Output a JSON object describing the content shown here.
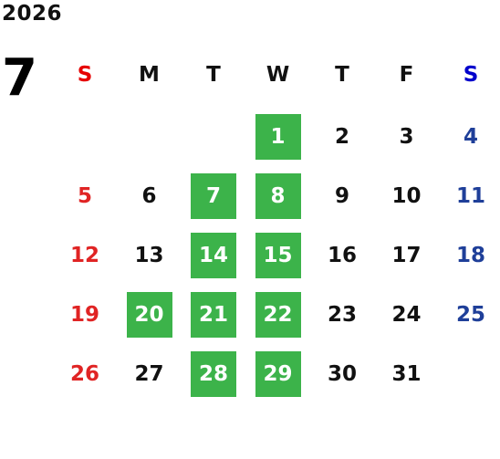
{
  "calendar": {
    "year": "2026",
    "month": "7",
    "colors": {
      "sunday": "#e02424",
      "saturday": "#1f3f99",
      "weekday": "#111111",
      "highlight_bg": "#3cb34a",
      "highlight_text": "#ffffff"
    },
    "weekdays": [
      {
        "label": "S",
        "kind": "sunday",
        "color": "#e60000"
      },
      {
        "label": "M",
        "kind": "weekday",
        "color": "#111111"
      },
      {
        "label": "T",
        "kind": "weekday",
        "color": "#111111"
      },
      {
        "label": "W",
        "kind": "weekday",
        "color": "#111111"
      },
      {
        "label": "T",
        "kind": "weekday",
        "color": "#111111"
      },
      {
        "label": "F",
        "kind": "weekday",
        "color": "#111111"
      },
      {
        "label": "S",
        "kind": "saturday",
        "color": "#0000cc"
      }
    ],
    "weeks": [
      [
        {
          "label": "",
          "kind": "sunday",
          "highlight": false
        },
        {
          "label": "",
          "kind": "weekday",
          "highlight": false
        },
        {
          "label": "",
          "kind": "weekday",
          "highlight": false
        },
        {
          "label": "1",
          "kind": "weekday",
          "highlight": true
        },
        {
          "label": "2",
          "kind": "weekday",
          "highlight": false
        },
        {
          "label": "3",
          "kind": "weekday",
          "highlight": false
        },
        {
          "label": "4",
          "kind": "saturday",
          "highlight": false
        }
      ],
      [
        {
          "label": "5",
          "kind": "sunday",
          "highlight": false
        },
        {
          "label": "6",
          "kind": "weekday",
          "highlight": false
        },
        {
          "label": "7",
          "kind": "weekday",
          "highlight": true
        },
        {
          "label": "8",
          "kind": "weekday",
          "highlight": true
        },
        {
          "label": "9",
          "kind": "weekday",
          "highlight": false
        },
        {
          "label": "10",
          "kind": "weekday",
          "highlight": false
        },
        {
          "label": "11",
          "kind": "saturday",
          "highlight": false
        }
      ],
      [
        {
          "label": "12",
          "kind": "sunday",
          "highlight": false
        },
        {
          "label": "13",
          "kind": "weekday",
          "highlight": false
        },
        {
          "label": "14",
          "kind": "weekday",
          "highlight": true
        },
        {
          "label": "15",
          "kind": "weekday",
          "highlight": true
        },
        {
          "label": "16",
          "kind": "weekday",
          "highlight": false
        },
        {
          "label": "17",
          "kind": "weekday",
          "highlight": false
        },
        {
          "label": "18",
          "kind": "saturday",
          "highlight": false
        }
      ],
      [
        {
          "label": "19",
          "kind": "sunday",
          "highlight": false
        },
        {
          "label": "20",
          "kind": "weekday",
          "highlight": true
        },
        {
          "label": "21",
          "kind": "weekday",
          "highlight": true
        },
        {
          "label": "22",
          "kind": "weekday",
          "highlight": true
        },
        {
          "label": "23",
          "kind": "weekday",
          "highlight": false
        },
        {
          "label": "24",
          "kind": "weekday",
          "highlight": false
        },
        {
          "label": "25",
          "kind": "saturday",
          "highlight": false
        }
      ],
      [
        {
          "label": "26",
          "kind": "sunday",
          "highlight": false
        },
        {
          "label": "27",
          "kind": "weekday",
          "highlight": false
        },
        {
          "label": "28",
          "kind": "weekday",
          "highlight": true
        },
        {
          "label": "29",
          "kind": "weekday",
          "highlight": true
        },
        {
          "label": "30",
          "kind": "weekday",
          "highlight": false
        },
        {
          "label": "31",
          "kind": "weekday",
          "highlight": false
        },
        {
          "label": "",
          "kind": "saturday",
          "highlight": false
        }
      ]
    ]
  }
}
